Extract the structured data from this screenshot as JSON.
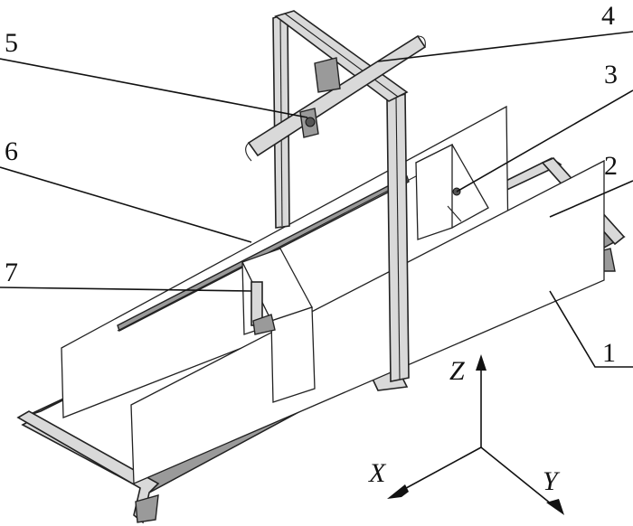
{
  "figure": {
    "callouts": [
      {
        "id": "1",
        "text": "1"
      },
      {
        "id": "2",
        "text": "2"
      },
      {
        "id": "3",
        "text": "3"
      },
      {
        "id": "4",
        "text": "4"
      },
      {
        "id": "5",
        "text": "5"
      },
      {
        "id": "6",
        "text": "6"
      },
      {
        "id": "7",
        "text": "7"
      }
    ],
    "axes": {
      "x": "X",
      "y": "Y",
      "z": "Z"
    },
    "colors": {
      "line": "#222222",
      "frame_fill": "#d9d9d9",
      "panel_fill": "#ffffff"
    }
  }
}
